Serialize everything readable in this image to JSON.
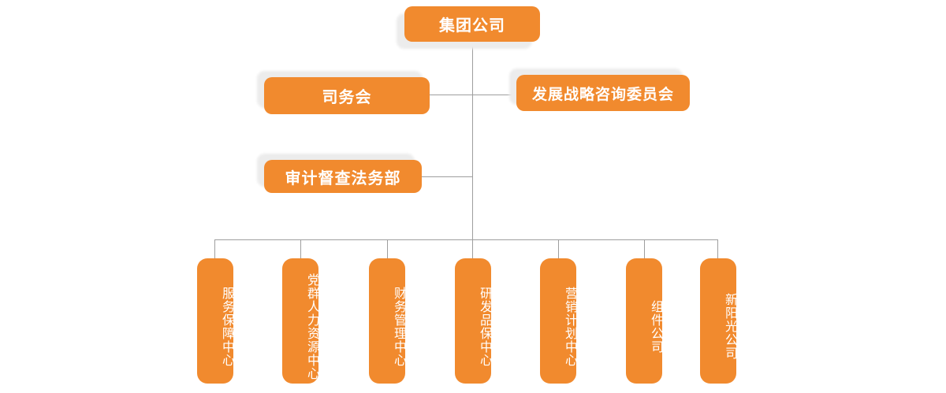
{
  "colors": {
    "node_fill": "#F18A2E",
    "node_text": "#FFFFFF",
    "node_shadow": "#ECECEC",
    "connector_line": "#9E9E9E",
    "background": "#FFFFFF"
  },
  "org_chart": {
    "type": "organizational-chart",
    "root": {
      "label": "集团公司"
    },
    "advisory_nodes": [
      {
        "label": "司务会",
        "side": "left",
        "parent": "集团公司"
      },
      {
        "label": "发展战略咨询委员会",
        "side": "right",
        "parent": "集团公司"
      }
    ],
    "staff_node": {
      "label": "审计督查法务部",
      "side": "left",
      "parent": "集团公司"
    },
    "subordinate_units": [
      {
        "label": "服务保障中心",
        "parent": "集团公司"
      },
      {
        "label": "党群人力资源中心",
        "parent": "集团公司"
      },
      {
        "label": "财务管理中心",
        "parent": "集团公司"
      },
      {
        "label": "研发品保中心",
        "parent": "集团公司"
      },
      {
        "label": "营销计划中心",
        "parent": "集团公司"
      },
      {
        "label": "组件公司",
        "parent": "集团公司"
      },
      {
        "label": "新阳光公司",
        "parent": "集团公司"
      }
    ]
  }
}
